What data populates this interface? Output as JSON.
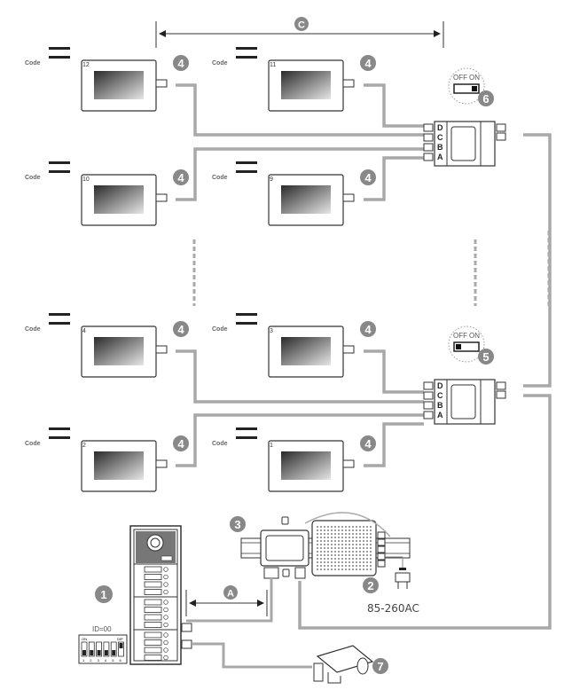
{
  "diagram": {
    "title": "Video intercom wiring diagram",
    "distance_labels": {
      "top": "C",
      "bottom": "A"
    },
    "code_label": "Code",
    "monitors": [
      {
        "number": "12",
        "badge": "4"
      },
      {
        "number": "11",
        "badge": "4"
      },
      {
        "number": "10",
        "badge": "4"
      },
      {
        "number": "9",
        "badge": "4"
      },
      {
        "number": "4",
        "badge": "4"
      },
      {
        "number": "3",
        "badge": "4"
      },
      {
        "number": "2",
        "badge": "4"
      },
      {
        "number": "1",
        "badge": "4"
      }
    ],
    "distributors": [
      {
        "badge": "6",
        "switch_off": "OFF",
        "switch_on": "ON",
        "switch_state": "ON",
        "ports": [
          "D",
          "C",
          "B",
          "A"
        ]
      },
      {
        "badge": "5",
        "switch_off": "OFF",
        "switch_on": "ON",
        "switch_state": "OFF",
        "ports": [
          "D",
          "C",
          "B",
          "A"
        ]
      }
    ],
    "door_station": {
      "badge": "1",
      "id_label": "ID=00",
      "dip_on_label": "ON",
      "dip_label": "DIP",
      "dip_numbers": [
        "1",
        "2",
        "3",
        "4",
        "5",
        "6"
      ]
    },
    "power_supply": {
      "badge": "2",
      "voltage": "85-260AC"
    },
    "controller": {
      "badge": "3"
    },
    "camera": {
      "badge": "7"
    }
  }
}
